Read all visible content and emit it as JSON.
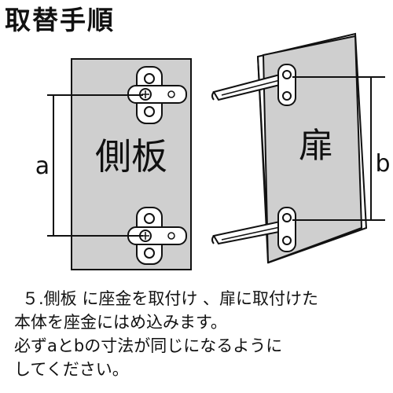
{
  "title": "取替手順",
  "labels": {
    "side_panel": "側板",
    "door": "扉",
    "dim_a": "a",
    "dim_b": "b"
  },
  "instructions": [
    "５.側板 に座金を取付け 、扉に取付けた",
    "本体を座金にはめ込みます。",
    "必ずaとbの寸法が同じになるように",
    "してください。"
  ]
}
